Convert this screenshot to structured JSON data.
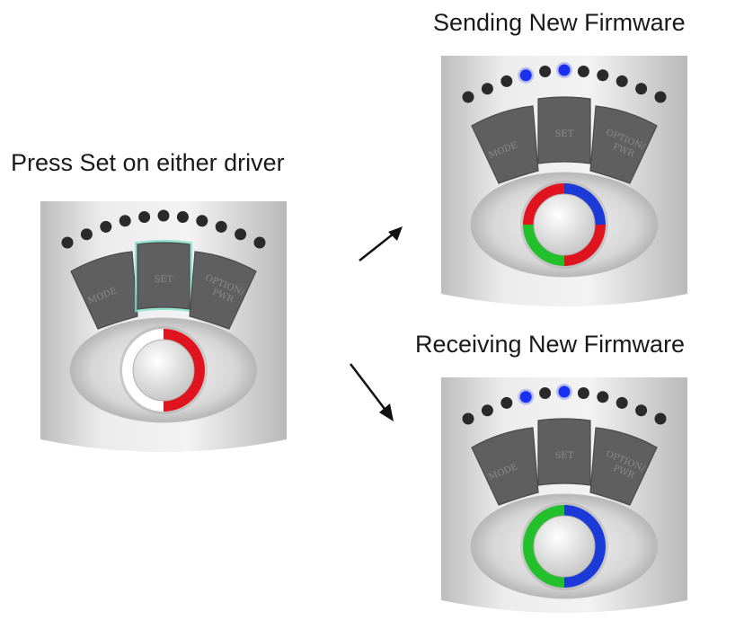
{
  "captions": {
    "press_set": "Press Set on either driver",
    "sending": "Sending New Firmware",
    "receiving": "Receiving New Firmware"
  },
  "button_labels": {
    "mode": "MODE",
    "set": "SET",
    "option_line1": "OPTION/",
    "option_line2": "PWR"
  },
  "colors": {
    "set_glow": "#7fe0c8",
    "led_blue": "#1a2ff0",
    "led_off": "#2a2a2a",
    "ring_red": "#e0141e",
    "ring_blue": "#1c3ad8",
    "ring_green": "#22c02a",
    "ring_white": "#ffffff"
  },
  "drivers": [
    {
      "id": "left",
      "led_states": [
        "off",
        "off",
        "off",
        "off",
        "off",
        "off",
        "off",
        "off",
        "off",
        "off",
        "off"
      ],
      "set_button_highlighted": true,
      "ring_segments": [
        "red",
        "white"
      ]
    },
    {
      "id": "sending",
      "led_states": [
        "off",
        "off",
        "off",
        "blue",
        "off",
        "blue",
        "off",
        "off",
        "off",
        "off",
        "off"
      ],
      "set_button_highlighted": false,
      "ring_segments": [
        "blue",
        "red",
        "green",
        "red"
      ]
    },
    {
      "id": "receiving",
      "led_states": [
        "off",
        "off",
        "off",
        "blue",
        "off",
        "blue",
        "off",
        "off",
        "off",
        "off",
        "off"
      ],
      "set_button_highlighted": false,
      "ring_segments": [
        "blue",
        "green"
      ]
    }
  ]
}
